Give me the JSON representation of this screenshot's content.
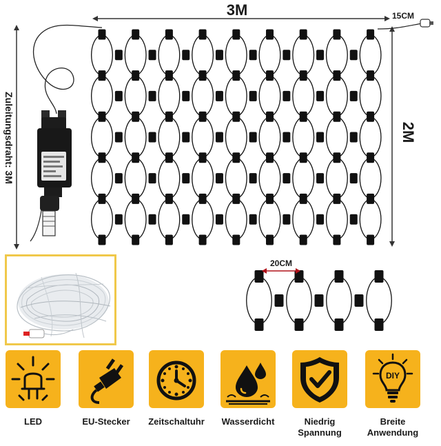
{
  "dimensions": {
    "width_label": "3M",
    "height_label": "2M",
    "tail_label": "15CM",
    "lead_label": "Zuleitungsdraht: 3M",
    "spacing_label": "20CM"
  },
  "features": [
    {
      "label": "LED",
      "icon": "led-bulb-icon"
    },
    {
      "label": "EU-Stecker",
      "icon": "eu-plug-icon"
    },
    {
      "label": "Zeitschaltuhr",
      "icon": "clock-timer-icon"
    },
    {
      "label": "Wasserdicht",
      "icon": "water-drops-icon"
    },
    {
      "label": "Niedrig Spannung",
      "icon": "shield-check-icon"
    },
    {
      "label": "Breite Anwendung",
      "icon": "diy-bulb-icon"
    }
  ],
  "colors": {
    "tile_yellow": "#f6b21c",
    "photo_border": "#f0c84a",
    "ink": "#111111"
  }
}
